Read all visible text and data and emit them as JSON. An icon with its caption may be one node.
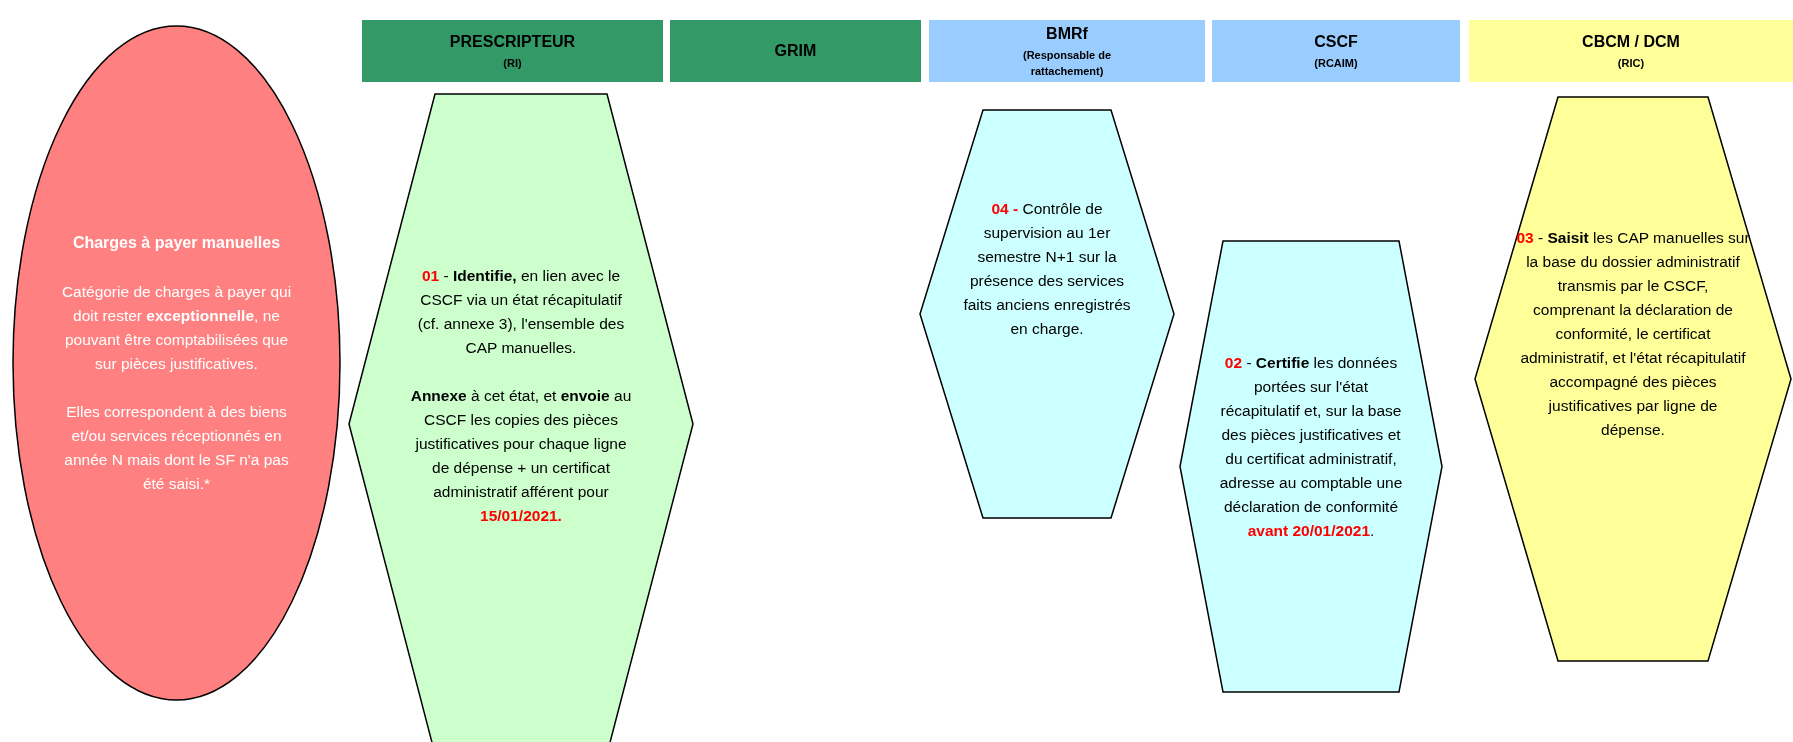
{
  "diagram": {
    "nodes": [
      {
        "text": [
          "PRESCRIPTEUR",
          "(RI)"
        ]
      },
      {
        "text": [
          "GRIM"
        ]
      },
      {
        "text": [
          "BMRf",
          "(Responsable de rattachement)"
        ]
      },
      {
        "text": [
          "CSCF",
          "(RCAIM)"
        ]
      },
      {
        "text": [
          "CBCM / DCM",
          "(RIC)"
        ]
      },
      {
        "text": [
          "Charges à payer manuelles",
          "Catégorie de charges à payer qui doit rester **exceptionnelle**, ne pouvant être comptabilisées que sur pièces justificatives.",
          "Elles correspondent à des biens et/ou services réceptionnés en année N mais dont le SF n'a pas été saisi.*"
        ]
      },
      {
        "text": [
          "*01* - **Identifie,** en lien avec le CSCF via un état récapitulatif (cf. annexe 3), l'ensemble des CAP manuelles.",
          "**Annexe** à cet état, et **envoie** au CSCF les copies des pièces justificatives pour chaque ligne de dépense + un certificat administratif afférent pour *15/01/2021.*"
        ]
      },
      {
        "text": [
          "*04 -* Contrôle de supervision au 1er semestre N+1 sur la présence des services faits anciens enregistrés en charge."
        ]
      },
      {
        "text": [
          "*02* - **Certifie** les données portées sur l'état récapitulatif et, sur la base des pièces justificatives et du certificat administratif, adresse au comptable une déclaration de conformité *avant 20/01/2021*."
        ]
      },
      {
        "text": [
          "*03* - **Saisit** les CAP manuelles sur la base du dossier administratif transmis par le CSCF, comprenant la déclaration de conformité, le certificat administratif, et l'état récapitulatif accompagné des pièces justificatives par ligne de dépense."
        ]
      }
    ]
  }
}
